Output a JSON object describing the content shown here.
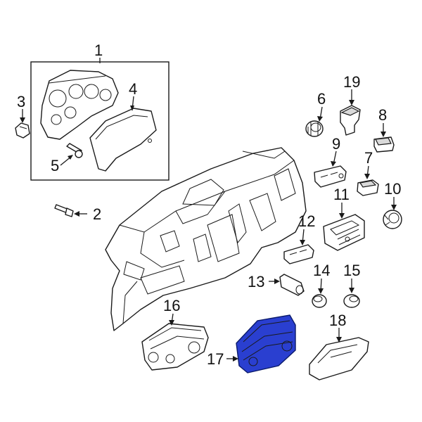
{
  "highlight_color": "#2a3fd0",
  "callouts": [
    {
      "id": "1",
      "text": "1"
    },
    {
      "id": "2",
      "text": "2"
    },
    {
      "id": "3",
      "text": "3"
    },
    {
      "id": "4",
      "text": "4"
    },
    {
      "id": "5",
      "text": "5"
    },
    {
      "id": "6",
      "text": "6"
    },
    {
      "id": "7",
      "text": "7"
    },
    {
      "id": "8",
      "text": "8"
    },
    {
      "id": "9",
      "text": "9"
    },
    {
      "id": "10",
      "text": "10"
    },
    {
      "id": "11",
      "text": "11"
    },
    {
      "id": "12",
      "text": "12"
    },
    {
      "id": "13",
      "text": "13"
    },
    {
      "id": "14",
      "text": "14"
    },
    {
      "id": "15",
      "text": "15"
    },
    {
      "id": "16",
      "text": "16"
    },
    {
      "id": "17",
      "text": "17"
    },
    {
      "id": "18",
      "text": "18"
    },
    {
      "id": "19",
      "text": "19"
    }
  ],
  "highlighted_part": "17"
}
